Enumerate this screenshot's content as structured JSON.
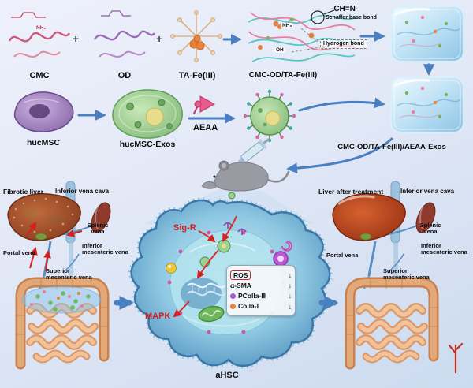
{
  "colors": {
    "arrow_blue": "#4a7fc1",
    "signal_red": "#d42020",
    "ice_blue": "#bfe2f5",
    "cell_teal": "#5aa8cf",
    "fibrotic_liver_brown": "#a85430",
    "healthy_liver_red": "#c84f28",
    "exosome_green": "#9ad18f",
    "msc_purple": "#9b6bb5",
    "intestine_tan": "#dd9764"
  },
  "synthesis": {
    "cmc": "CMC",
    "plus": "+",
    "od": "OD",
    "ta_fe": "TA-Fe(III)",
    "complex": "CMC-OD/TA-Fe(III)",
    "schiff_bond": "-CH=N-",
    "schiff_bond_name": "Schaffer base bond",
    "hydrogen_bond": "Hydrogen bond",
    "nh2": "NH₂",
    "oh": "OH"
  },
  "exosome_row": {
    "hucmsc": "hucMSC",
    "hucmsc_exos": "hucMSC-Exos",
    "aeaa": "AEAA",
    "product": "CMC-OD/TA-Fe(III)/AEAA-Exos"
  },
  "anatomy_left": {
    "title": "Fibrotic liver",
    "inferior_vena_cava": "Inferior vena cava",
    "splenic_vena": "Splenic vena",
    "inferior_mesenteric_vena": "Inferior mesenteric vena",
    "portal_vena": "Portal vena",
    "superior_mesenteric_vena": "Superior mesenteric vena"
  },
  "anatomy_right": {
    "title": "Liver after treatment",
    "inferior_vena_cava": "Inferior vena cava",
    "splenic_vena": "Splenic vena",
    "inferior_mesenteric_vena": "Inferior mesenteric vena",
    "portal_vena": "Portal vena",
    "superior_mesenteric_vena": "Superior mesenteric vena"
  },
  "cell": {
    "title": "aHSC",
    "sig_r": "Sig-R",
    "mapk": "MAPK",
    "markers": [
      {
        "label": "ROS",
        "arrow": "↓"
      },
      {
        "label": "α-SMA",
        "arrow": "↓"
      },
      {
        "label": "PColla-Ⅲ",
        "arrow": "↓"
      },
      {
        "label": "Colla-Ⅰ",
        "arrow": "↓"
      }
    ]
  }
}
